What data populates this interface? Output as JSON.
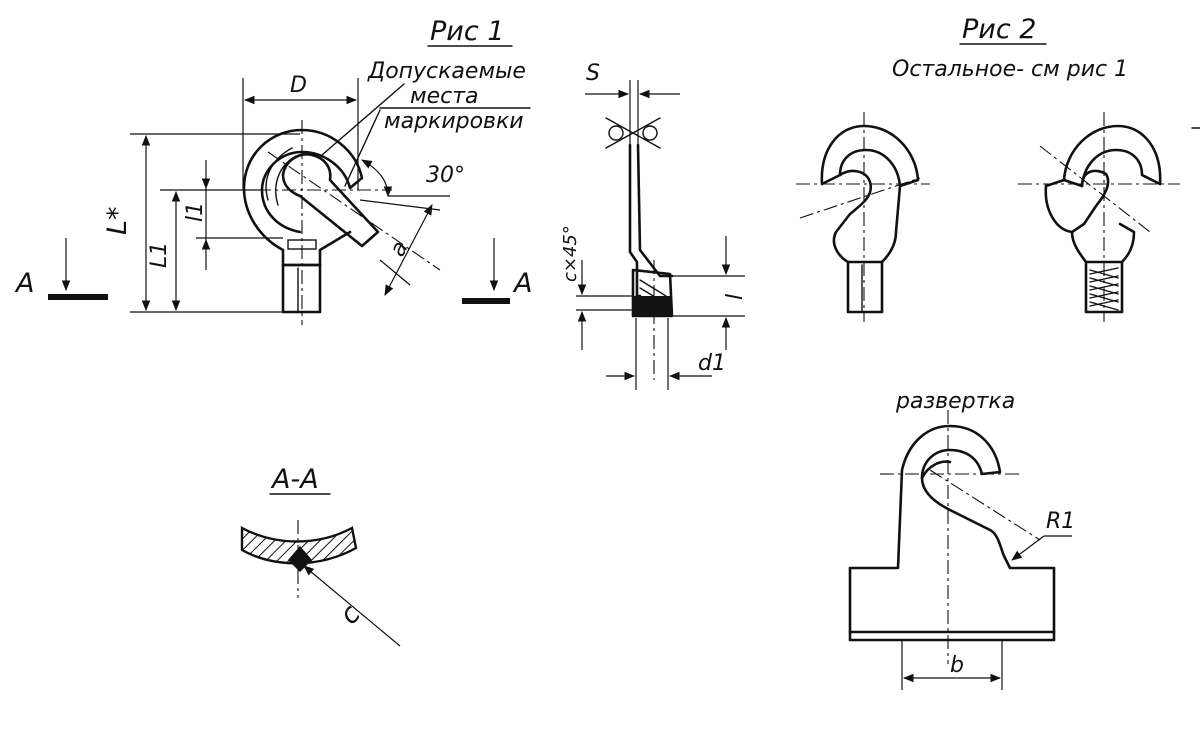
{
  "labels": {
    "fig1_title": "Рис 1",
    "fig2_title": "Рис 2",
    "fig2_note": "Остальное- см рис 1",
    "marking_line1": "Допускаемые",
    "marking_line2": "места",
    "marking_line3": "маркировки",
    "dim_D": "D",
    "dim_L_star": "L*",
    "dim_L1": "L1",
    "dim_l1": "l1",
    "dim_angle": "30°",
    "dim_a": "a",
    "section_mark_left": "A",
    "section_mark_right": "A",
    "dim_S": "S",
    "dim_chamfer": "c×45°",
    "dim_l": "l",
    "dim_d1": "d1",
    "section_title": "A-A",
    "dim_c": "c",
    "unfold_title": "развертка",
    "dim_R1": "R1",
    "dim_b": "b"
  },
  "colors": {
    "ink": "#111111",
    "paper": "#ffffff"
  }
}
